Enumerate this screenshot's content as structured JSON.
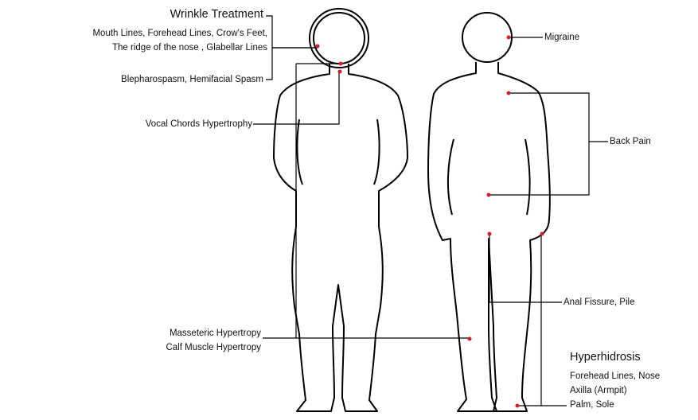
{
  "wrinkle": {
    "title": "Wrinkle Treatment",
    "line1": "Mouth Lines, Forehead Lines, Crow's Feet,",
    "line2": "The ridge of the nose , Glabellar Lines",
    "line3": "Blepharospasm, Hemifacial Spasm"
  },
  "vocal": "Vocal Chords Hypertrophy",
  "migraine": "Migraine",
  "back_pain": "Back Pain",
  "anal": "Anal Fissure, Pile",
  "masseter": {
    "line1": "Masseteric Hypertropy",
    "line2": "Calf Muscle Hypertropy"
  },
  "hyperhidrosis": {
    "title": "Hyperhidrosis",
    "line1": "Forehead Lines, Nose",
    "line2": "Axilla (Armpit)",
    "line3": "Palm, Sole"
  },
  "colors": {
    "marker": "#d0202a",
    "line": "#000000"
  }
}
